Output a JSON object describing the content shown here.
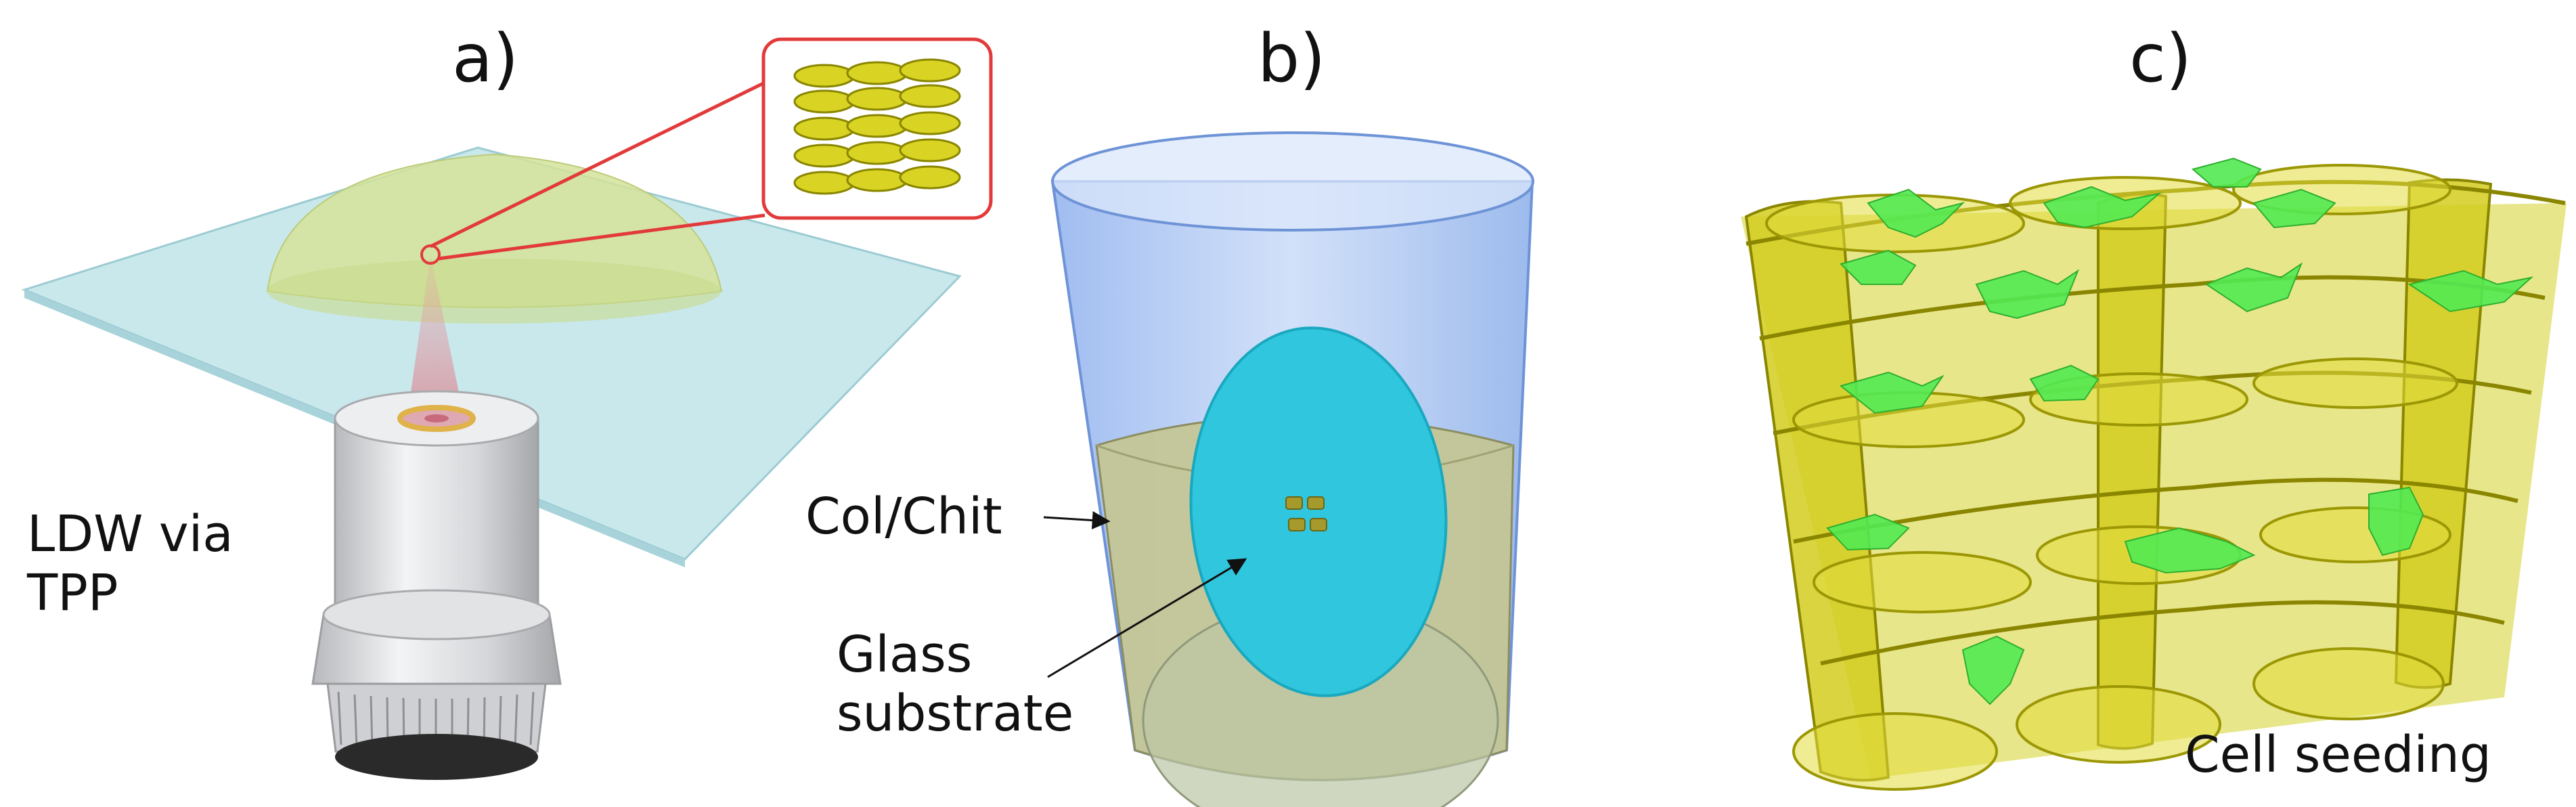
{
  "panels": [
    {
      "letter": "a)",
      "caption_line1": "LDW via",
      "caption_line2": "TPP"
    },
    {
      "letter": "b)",
      "labels": {
        "colchit": "Col/Chit",
        "glass_line1": "Glass",
        "glass_line2": "substrate"
      }
    },
    {
      "letter": "c)",
      "caption": "Cell seeding"
    }
  ],
  "colors": {
    "scaffold_yellow": "#d2cd1e",
    "scaffold_edge": "#8a8600",
    "cell_green": "#52ea52",
    "cylinder_blue": "#9bbcf2",
    "col_chit_liquid": "#c4c593",
    "glass_cyan": "#2fc6de",
    "glass_plate": "#b7e0e6",
    "drop_yellow": "#d5e39a",
    "zoom_red": "#e23a3a",
    "objective_gray": "#dfe0e2"
  },
  "icons": [
    "microscope-objective-icon",
    "scaffold-lattice-icon",
    "cell-icon"
  ]
}
